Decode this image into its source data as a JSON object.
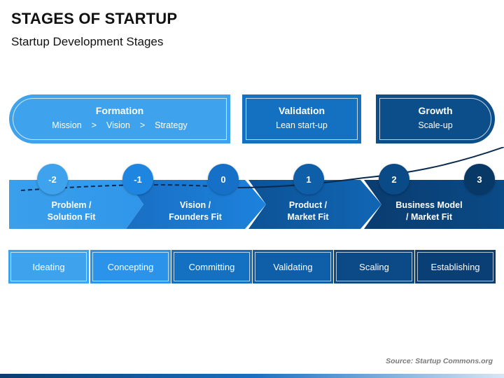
{
  "title": "STAGES OF STARTUP",
  "subtitle": "Startup Development Stages",
  "phases": [
    {
      "name": "Formation",
      "steps": [
        "Mission",
        "Vision",
        "Strategy"
      ],
      "separator": ">",
      "color": "#3ea2ec"
    },
    {
      "name": "Validation",
      "desc": "Lean start-up",
      "color": "#1470c0"
    },
    {
      "name": "Growth",
      "desc": "Scale-up",
      "color": "#0b4e8a"
    }
  ],
  "stages": [
    {
      "line1": "Problem /",
      "line2": "Solution Fit",
      "color": "#3ea2ec"
    },
    {
      "line1": "Vision /",
      "line2": "Founders Fit",
      "color": "#1a78cf"
    },
    {
      "line1": "Product /",
      "line2": "Market Fit",
      "color": "#0f5ea8"
    },
    {
      "line1": "Business Model",
      "line2": "/ Market Fit",
      "color": "#0a3f75"
    }
  ],
  "milestones": [
    {
      "label": "-2",
      "color": "#3ea2ec"
    },
    {
      "label": "-1",
      "color": "#1e85e0"
    },
    {
      "label": "0",
      "color": "#1670c8"
    },
    {
      "label": "1",
      "color": "#0f5ea8"
    },
    {
      "label": "2",
      "color": "#0a4a86"
    },
    {
      "label": "3",
      "color": "#073866"
    }
  ],
  "steps": [
    {
      "label": "Ideating",
      "color": "#3ea2ec"
    },
    {
      "label": "Concepting",
      "color": "#2b93ea"
    },
    {
      "label": "Committing",
      "color": "#1470c0"
    },
    {
      "label": "Validating",
      "color": "#0f5ea8"
    },
    {
      "label": "Scaling",
      "color": "#0b4a86"
    },
    {
      "label": "Establishing",
      "color": "#0a3f75"
    }
  ],
  "source": "Source: Startup Commons.org"
}
